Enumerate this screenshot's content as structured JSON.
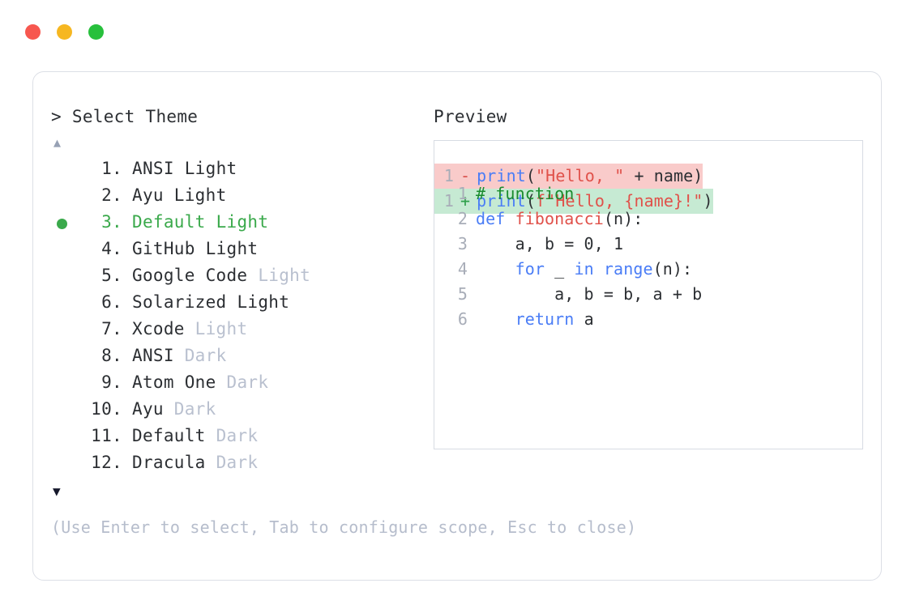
{
  "window": {
    "dots": [
      {
        "name": "close",
        "color": "#f7574f"
      },
      {
        "name": "minimize",
        "color": "#f6b721"
      },
      {
        "name": "maximize",
        "color": "#27c03c"
      }
    ]
  },
  "selector": {
    "prompt_symbol": ">",
    "prompt_label": "Select Theme",
    "scroll_up_glyph": "▲",
    "scroll_down_glyph": "▼",
    "selected_marker": "●",
    "selected_index": 3,
    "accent_color": "#3aa94b",
    "dim_color": "#b9c0cf",
    "items": [
      {
        "index": "1.",
        "name": "ANSI",
        "variant": "Light",
        "variant_dim": false,
        "selected": false
      },
      {
        "index": "2.",
        "name": "Ayu",
        "variant": "Light",
        "variant_dim": false,
        "selected": false
      },
      {
        "index": "3.",
        "name": "Default",
        "variant": "Light",
        "variant_dim": false,
        "selected": true
      },
      {
        "index": "4.",
        "name": "GitHub",
        "variant": "Light",
        "variant_dim": false,
        "selected": false
      },
      {
        "index": "5.",
        "name": "Google Code",
        "variant": "Light",
        "variant_dim": true,
        "selected": false
      },
      {
        "index": "6.",
        "name": "Solarized",
        "variant": "Light",
        "variant_dim": false,
        "selected": false
      },
      {
        "index": "7.",
        "name": "Xcode",
        "variant": "Light",
        "variant_dim": true,
        "selected": false
      },
      {
        "index": "8.",
        "name": "ANSI",
        "variant": "Dark",
        "variant_dim": true,
        "selected": false
      },
      {
        "index": "9.",
        "name": "Atom One",
        "variant": "Dark",
        "variant_dim": true,
        "selected": false
      },
      {
        "index": "10.",
        "name": "Ayu",
        "variant": "Dark",
        "variant_dim": true,
        "selected": false
      },
      {
        "index": "11.",
        "name": "Default",
        "variant": "Dark",
        "variant_dim": true,
        "selected": false
      },
      {
        "index": "12.",
        "name": "Dracula",
        "variant": "Dark",
        "variant_dim": true,
        "selected": false
      }
    ]
  },
  "footer": {
    "hint": "(Use Enter to select, Tab to configure scope, Esc to close)"
  },
  "preview": {
    "label": "Preview",
    "code_lines": [
      {
        "number": "1",
        "tokens": [
          {
            "t": "# function",
            "c": "comment"
          }
        ]
      },
      {
        "number": "2",
        "tokens": [
          {
            "t": "def ",
            "c": "keyword"
          },
          {
            "t": "fibonacci",
            "c": "fn"
          },
          {
            "t": "(n):",
            "c": "plain"
          }
        ]
      },
      {
        "number": "3",
        "tokens": [
          {
            "t": "    a, b = 0, 1",
            "c": "plain"
          }
        ]
      },
      {
        "number": "4",
        "tokens": [
          {
            "t": "    ",
            "c": "plain"
          },
          {
            "t": "for",
            "c": "keyword"
          },
          {
            "t": " _ ",
            "c": "plain"
          },
          {
            "t": "in",
            "c": "keyword"
          },
          {
            "t": " ",
            "c": "plain"
          },
          {
            "t": "range",
            "c": "builtin"
          },
          {
            "t": "(n):",
            "c": "plain"
          }
        ]
      },
      {
        "number": "5",
        "tokens": [
          {
            "t": "        a, b = b, a + b",
            "c": "plain"
          }
        ]
      },
      {
        "number": "6",
        "tokens": [
          {
            "t": "    ",
            "c": "plain"
          },
          {
            "t": "return",
            "c": "keyword"
          },
          {
            "t": " a",
            "c": "plain"
          }
        ]
      }
    ],
    "diff_lines": [
      {
        "number": "1",
        "sign": "-",
        "kind": "removed",
        "bg": "#f9cbca",
        "tokens": [
          {
            "t": "print",
            "c": "builtin"
          },
          {
            "t": "(",
            "c": "plain"
          },
          {
            "t": "\"Hello, \"",
            "c": "str"
          },
          {
            "t": " + name)",
            "c": "plain"
          }
        ]
      },
      {
        "number": "1",
        "sign": "+",
        "kind": "added",
        "bg": "#c6ead3",
        "tokens": [
          {
            "t": "print",
            "c": "builtin"
          },
          {
            "t": "(",
            "c": "plain"
          },
          {
            "t": "f\"Hello, {name}!\"",
            "c": "str"
          },
          {
            "t": ")",
            "c": "plain"
          }
        ]
      }
    ]
  }
}
